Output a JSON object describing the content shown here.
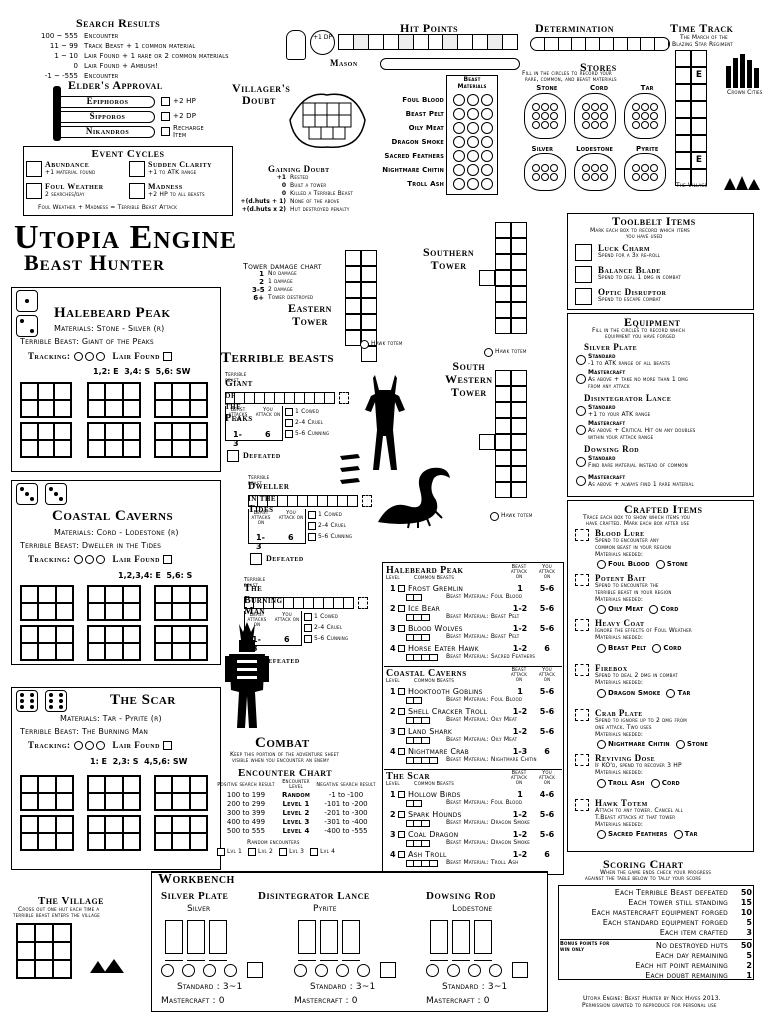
{
  "search": {
    "title": "Search Results",
    "rows": [
      {
        "range": "100 ~ 555",
        "text": "Encounter"
      },
      {
        "range": "11 ~ 99",
        "text": "Track Beast + 1 common material"
      },
      {
        "range": "1 ~ 10",
        "text": "Lair Found + 1 rare or 2 common materials"
      },
      {
        "range": "0",
        "text": "Lair Found + Ambush!"
      },
      {
        "range": "-1 ~ -555",
        "text": "Encounter"
      }
    ]
  },
  "elders": {
    "title": "Elder's Approval",
    "items": [
      {
        "name": "Epiphoros",
        "bonus": "+2 HP"
      },
      {
        "name": "Sipporos",
        "bonus": "+2 DP"
      },
      {
        "name": "Nikandros",
        "bonus": "Recharge Item"
      }
    ]
  },
  "hitpoints": {
    "title": "Hit Points",
    "start": "+1 DP",
    "mason": "Mason"
  },
  "determination": {
    "title": "Determination"
  },
  "timetrack": {
    "title": "Time Track",
    "sub1": "The March of the",
    "sub2": "Blazing Star Regiment",
    "crown": "Crown Cities",
    "village": "The Village",
    "e": "E"
  },
  "villager": {
    "title1": "Villager's",
    "title2": "Doubt"
  },
  "gaining": {
    "title": "Gaining Doubt",
    "rows": [
      {
        "v": "+1",
        "t": "Rested"
      },
      {
        "v": "0",
        "t": "Built a tower"
      },
      {
        "v": "0",
        "t": "Killed a Terrible Beast"
      },
      {
        "v": "+(d.huts + 1)",
        "t": "None of the above"
      },
      {
        "v": "+(d.huts x 2)",
        "t": "Hut destroyed penalty"
      }
    ]
  },
  "beastmats": {
    "title1": "Beast",
    "title2": "Materials",
    "items": [
      "Foul Blood",
      "Beast Pelt",
      "Oily Meat",
      "Dragon Smoke",
      "Sacred Feathers",
      "Nightmare Chitin",
      "Troll Ash"
    ]
  },
  "stores": {
    "title": "Stores",
    "sub1": "Fill in the circles to record your",
    "sub2": "rare, common, and beast materials",
    "top": [
      "Stone",
      "Cord",
      "Tar"
    ],
    "bottom": [
      "Silver",
      "Lodestone",
      "Pyrite"
    ]
  },
  "events": {
    "title": "Event Cycles",
    "items": [
      {
        "name": "Abundance",
        "desc": "+1 material found"
      },
      {
        "name": "Sudden Clarity",
        "desc": "+1 to ATK range"
      },
      {
        "name": "Foul Weather",
        "desc": "2 searches/day"
      },
      {
        "name": "Madness",
        "desc": "+2 HP to all beasts"
      }
    ],
    "note": "Foul Weather + Madness = Terrible Beast Attack"
  },
  "logo": {
    "line1": "Utopia Engine",
    "line2": "Beast Hunter"
  },
  "tower": {
    "title": "Tower damage chart",
    "rows": [
      {
        "v": "1",
        "t": "No damage"
      },
      {
        "v": "2",
        "t": "1 damage"
      },
      {
        "v": "3-5",
        "t": "2 damage"
      },
      {
        "v": "6+",
        "t": "Tower destroyed"
      }
    ],
    "eastern1": "Eastern",
    "eastern2": "Tower",
    "southern1": "Southern",
    "southern2": "Tower",
    "sw1": "South",
    "sw2": "Western",
    "sw3": "Tower",
    "hawk": "Hawk totem"
  },
  "regions": [
    {
      "name": "Halebeard Peak",
      "materials": "Materials: Stone - Silver (r)",
      "beast": "Terrible Beast: Giant of the Peaks",
      "tracking": "Tracking:",
      "lair": "Lair Found",
      "dirs": "1,2: E  3,4: S  5,6: SW"
    },
    {
      "name": "Coastal Caverns",
      "materials": "Materials: Cord - Lodestone (r)",
      "beast": "Terrible Beast: Dweller in the Tides",
      "tracking": "Tracking:",
      "lair": "Lair Found",
      "dirs": "1,2,3,4: E  5,6: S"
    },
    {
      "name": "The Scar",
      "materials": "Materials: Tar - Pyrite (r)",
      "beast": "Terrible Beast: The Burning Man",
      "tracking": "Tracking:",
      "lair": "Lair Found",
      "dirs": "1: E  2,3: S  4,5,6: SW"
    }
  ],
  "terrible": {
    "title": "Terrible beasts",
    "tb": "Terrible beast",
    "attacks": "Beast attacks on",
    "you": "You attack on",
    "cowed": "1 Cowed",
    "cruel": "2-4 Cruel",
    "cunning": "5-6 Cunning",
    "defeated": "Defeated",
    "beasts": [
      {
        "name": "Giant of the Peaks",
        "atk": "1-3",
        "you": "6"
      },
      {
        "name": "Dweller in the Tides",
        "atk": "1-3",
        "you": "6"
      },
      {
        "name": "The Burning Man",
        "atk": "1-3",
        "you": "6"
      }
    ]
  },
  "common": {
    "level": "Level",
    "cb": "Common Beasts",
    "ba": "Beast attack on",
    "ya": "You attack on",
    "bm": "Beast Material:",
    "regions": [
      {
        "name": "Halebeard Peak",
        "rows": [
          {
            "l": "1",
            "n": "Frost Gremlin",
            "mat": "Foul Blood",
            "a": "1",
            "y": "5-6"
          },
          {
            "l": "2",
            "n": "Ice Bear",
            "mat": "Beast Pelt",
            "a": "1-2",
            "y": "5-6"
          },
          {
            "l": "3",
            "n": "Blood Wolves",
            "mat": "Beast Pelt",
            "a": "1-2",
            "y": "5-6"
          },
          {
            "l": "4",
            "n": "Horse Eater Hawk",
            "mat": "Sacred Feathers",
            "a": "1-2",
            "y": "6"
          }
        ]
      },
      {
        "name": "Coastal Caverns",
        "rows": [
          {
            "l": "1",
            "n": "Hooktooth Goblins",
            "mat": "Foul Blood",
            "a": "1",
            "y": "5-6"
          },
          {
            "l": "2",
            "n": "Shell Cracker Troll",
            "mat": "Oily Meat",
            "a": "1-2",
            "y": "5-6"
          },
          {
            "l": "3",
            "n": "Land Shark",
            "mat": "Oily Meat",
            "a": "1-2",
            "y": "5-6"
          },
          {
            "l": "4",
            "n": "Nightmare Crab",
            "mat": "Nightmare Chitin",
            "a": "1-3",
            "y": "6"
          }
        ]
      },
      {
        "name": "The Scar",
        "rows": [
          {
            "l": "1",
            "n": "Hollow Birds",
            "mat": "Foul Blood",
            "a": "1",
            "y": "4-6"
          },
          {
            "l": "2",
            "n": "Spark Hounds",
            "mat": "Dragon Smoke",
            "a": "1-2",
            "y": "5-6"
          },
          {
            "l": "3",
            "n": "Coal Dragon",
            "mat": "Dragon Smoke",
            "a": "1-2",
            "y": "5-6"
          },
          {
            "l": "4",
            "n": "Ash Troll",
            "mat": "Troll Ash",
            "a": "1-2",
            "y": "6"
          }
        ]
      }
    ]
  },
  "combat": {
    "title": "Combat",
    "sub1": "Keep this portion of the adventure sheet",
    "sub2": "visible when you encounter an enemy",
    "chart": "Encounter Chart",
    "h1": "Positive search result",
    "h2": "Encounter Level",
    "h3": "Negative search result",
    "rows": [
      {
        "p": "100 to 199",
        "l": "Random",
        "n": "-1 to -100"
      },
      {
        "p": "200 to 299",
        "l": "Level 1",
        "n": "-101 to -200"
      },
      {
        "p": "300 to 399",
        "l": "Level 2",
        "n": "-201 to -300"
      },
      {
        "p": "400 to 499",
        "l": "Level 3",
        "n": "-301 to -400"
      },
      {
        "p": "500 to 555",
        "l": "Level 4",
        "n": "-400 to -555"
      }
    ],
    "random": "Random encounters",
    "lvls": [
      "Lvl 1",
      "Lvl 2",
      "Lvl 3",
      "Lvl 4"
    ]
  },
  "toolbelt": {
    "title": "Toolbelt Items",
    "sub1": "Mark each box to record which items",
    "sub2": "you have used",
    "items": [
      {
        "name": "Luck Charm",
        "desc": "Spend for a 3x re-roll"
      },
      {
        "name": "Balance Blade",
        "desc": "Spend to deal 1 dmg in combat"
      },
      {
        "name": "Optic Disruptor",
        "desc": "Spend to escape combat"
      }
    ]
  },
  "equipment": {
    "title": "Equipment",
    "sub1": "Fill in the circles to record which",
    "sub2": "equipment you have forged",
    "std": "Standard",
    "mc": "Mastercraft",
    "items": [
      {
        "name": "Silver Plate",
        "std": "-1 to ATK range of all beasts",
        "mc1": "As above + take no more than 1 dmg",
        "mc2": "from any attack"
      },
      {
        "name": "Disintegrator Lance",
        "std": "+1 to your ATK range",
        "mc1": "As above + Critical Hit on any doubles",
        "mc2": "within your attack range"
      },
      {
        "name": "Dowsing Rod",
        "std": "Find rare material instead of common",
        "mc1": "As above + always find 1 rare material",
        "mc2": ""
      }
    ]
  },
  "crafted": {
    "title": "Crafted Items",
    "sub1": "Trace each box to show which items you",
    "sub2": "have crafted. Mark each box after use",
    "needed": "Materials needed:",
    "items": [
      {
        "name": "Blood Lure",
        "d1": "Spend to encounter any",
        "d2": "common beast in your region",
        "m1": "Foul Blood",
        "m2": "Stone"
      },
      {
        "name": "Potent Bait",
        "d1": "Spend to encounter the",
        "d2": "terrible beast in your region",
        "m1": "Oily Meat",
        "m2": "Cord"
      },
      {
        "name": "Heavy Coat",
        "d1": "Ignore the effects of Foul Weather",
        "d2": "",
        "m1": "Beast Pelt",
        "m2": "Cord"
      },
      {
        "name": "Firebox",
        "d1": "Spend to deal 2 dmg in combat",
        "d2": "",
        "m1": "Dragon Smoke",
        "m2": "Tar"
      },
      {
        "name": "Crab Plate",
        "d1": "Spend to ignore up to 2 dmg from",
        "d2": "one attack. Two uses",
        "m1": "Nightmare Chitin",
        "m2": "Stone"
      },
      {
        "name": "Reviving Dose",
        "d1": "If KO'd, spend to recover 3 HP",
        "d2": "",
        "m1": "Troll Ash",
        "m2": "Cord"
      },
      {
        "name": "Hawk Totem",
        "d1": "Attach to any tower. Cancel all",
        "d2": "T.Beast attacks at that tower",
        "m1": "Sacred Feathers",
        "m2": "Tar"
      }
    ]
  },
  "scoring": {
    "title": "Scoring Chart",
    "sub1": "When the game ends check your progress",
    "sub2": "against the table below to tally your score",
    "rows": [
      {
        "t": "Each Terrible Beast defeated",
        "v": "50"
      },
      {
        "t": "Each tower still standing",
        "v": "15"
      },
      {
        "t": "Each mastercraft equipment forged",
        "v": "10"
      },
      {
        "t": "Each standard equipment forged",
        "v": "5"
      },
      {
        "t": "Each item crafted",
        "v": "3"
      }
    ],
    "bonus": "Bonus points for win only",
    "bonusrows": [
      {
        "t": "No destroyed huts",
        "v": "50"
      },
      {
        "t": "Each day remaining",
        "v": "5"
      },
      {
        "t": "Each hit point remaining",
        "v": "2"
      },
      {
        "t": "Each doubt remaining",
        "v": "1"
      }
    ]
  },
  "village": {
    "title": "The Village",
    "sub1": "Cross out one hut each time a",
    "sub2": "terrible beast enters the village"
  },
  "workbench": {
    "title": "Workbench",
    "items": [
      {
        "name": "Silver Plate",
        "mat": "Silver",
        "std": "Standard : 3~1",
        "mc": "Mastercraft : 0"
      },
      {
        "name": "Disintegrator Lance",
        "mat": "Pyrite",
        "std": "Standard : 3~1",
        "mc": "Mastercraft : 0"
      },
      {
        "name": "Dowsing Rod",
        "mat": "Lodestone",
        "std": "Standard : 3~1",
        "mc": "Mastercraft : 0"
      }
    ]
  },
  "credit": {
    "l1": "Utopia Engine: Beast Hunter by Nick Hayes 2013.",
    "l2": "Permission granted to reproduce for personal use"
  }
}
